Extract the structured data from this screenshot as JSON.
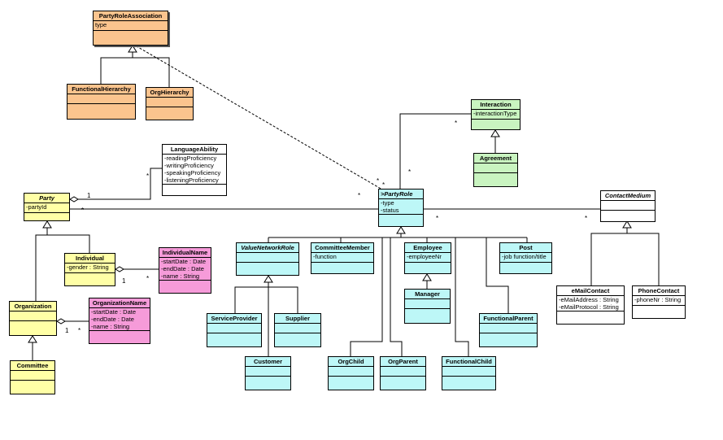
{
  "classes": {
    "party_role_association": {
      "name": "PartyRoleAssociation",
      "attrs": [
        "type"
      ]
    },
    "functional_hierarchy": {
      "name": "FunctionalHierarchy",
      "attrs": []
    },
    "org_hierarchy": {
      "name": "OrgHierarchy",
      "attrs": []
    },
    "interaction": {
      "name": "Interaction",
      "attrs": [
        "-interactionType"
      ]
    },
    "agreement": {
      "name": "Agreement",
      "attrs": []
    },
    "language_ability": {
      "name": "LanguageAbility",
      "attrs": [
        "-readingProficiency",
        "-writingProficiency",
        "-speakingProficiency",
        "-listeningProficiency"
      ]
    },
    "party": {
      "name": "Party",
      "attrs": [
        "-partyId"
      ]
    },
    "party_role": {
      "name": ">PartyRole",
      "attrs": [
        "-type",
        "-status"
      ]
    },
    "contact_medium": {
      "name": "ContactMedium",
      "attrs": []
    },
    "individual": {
      "name": "Individual",
      "attrs": [
        "-gender : String"
      ]
    },
    "individual_name": {
      "name": "IndividualName",
      "attrs": [
        "-startDate : Date",
        "-endDate : Date",
        "-name : String"
      ]
    },
    "organization": {
      "name": "Organization",
      "attrs": []
    },
    "organization_name": {
      "name": "OrganizationName",
      "attrs": [
        "-startDate : Date",
        "-endDate : Date",
        "-name : String"
      ]
    },
    "committee": {
      "name": "Committee",
      "attrs": []
    },
    "value_network_role": {
      "name": "ValueNetworkRole",
      "attrs": []
    },
    "committee_member": {
      "name": "CommitteeMember",
      "attrs": [
        "-function"
      ]
    },
    "employee": {
      "name": "Employee",
      "attrs": [
        "-employeeNr"
      ]
    },
    "post": {
      "name": "Post",
      "attrs": [
        "-job function/title"
      ]
    },
    "manager": {
      "name": "Manager",
      "attrs": []
    },
    "service_provider": {
      "name": "ServiceProvider",
      "attrs": []
    },
    "supplier": {
      "name": "Supplier",
      "attrs": []
    },
    "customer": {
      "name": "Customer",
      "attrs": []
    },
    "org_child": {
      "name": "OrgChild",
      "attrs": []
    },
    "org_parent": {
      "name": "OrgParent",
      "attrs": []
    },
    "functional_child": {
      "name": "FunctionalChild",
      "attrs": []
    },
    "functional_parent": {
      "name": "FunctionalParent",
      "attrs": []
    },
    "email_contact": {
      "name": "eMailContact",
      "attrs": [
        "-eMailAddress : String",
        "-eMailProtocol : String"
      ]
    },
    "phone_contact": {
      "name": "PhoneContact",
      "attrs": [
        "-phoneNr : String"
      ]
    }
  },
  "multiplicities": {
    "party_language_one": "1",
    "party_language_many": "*",
    "party_role_many_left": "*",
    "party_role_many_right": "*",
    "individual_name_one": "1",
    "individual_name_many": "*",
    "organization_name_one": "1",
    "organization_name_many": "*",
    "interaction_many": "*",
    "party_role_interaction_many": "*",
    "association_many_a": "*",
    "association_many_b": "*",
    "contact_medium_many": "*",
    "party_role_contact_many": "*"
  }
}
